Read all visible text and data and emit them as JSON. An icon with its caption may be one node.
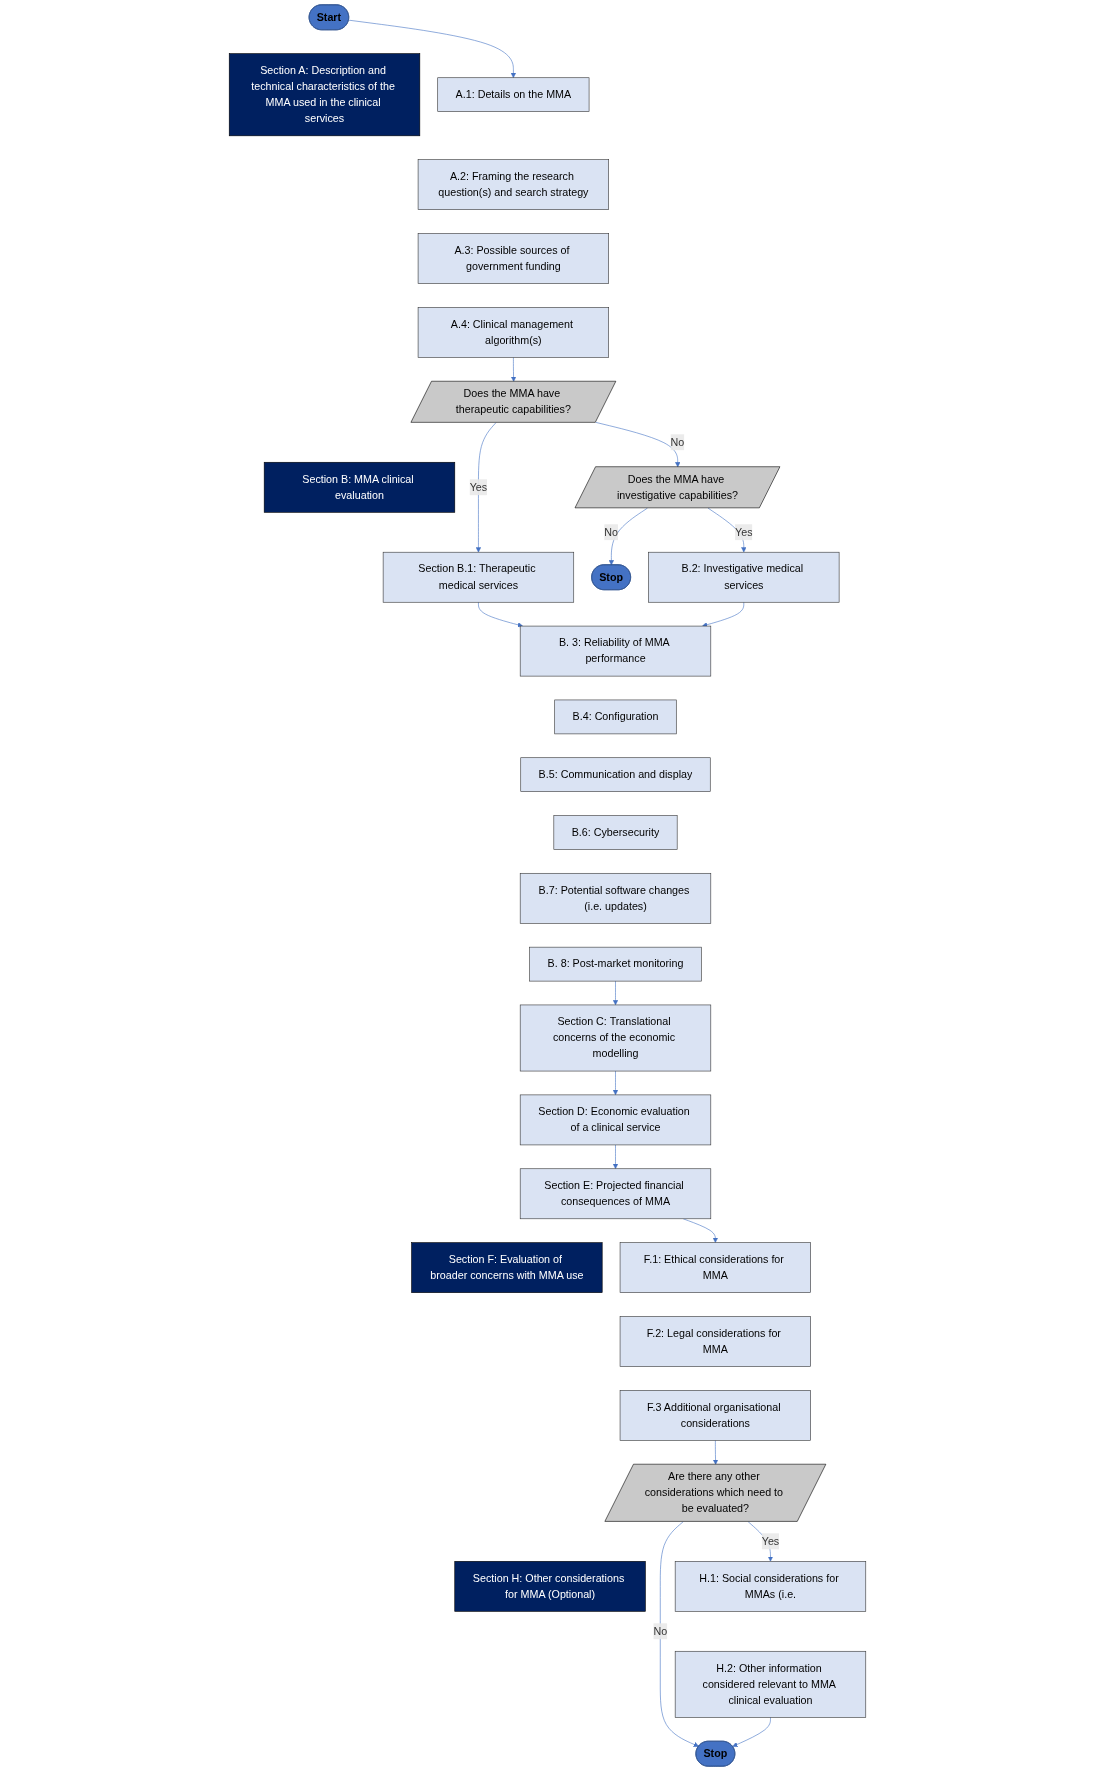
{
  "diagram": {
    "nodes": [
      {
        "text": [
          "Start"
        ]
      },
      {
        "text": [
          "Section A: Description and technical characteristics of the MMA used in the clinical services"
        ]
      },
      {
        "text": [
          "A.1: Details on the MMA"
        ]
      },
      {
        "text": [
          "A.2: Framing the research question(s) and search strategy"
        ]
      },
      {
        "text": [
          "A.3: Possible sources of government funding"
        ]
      },
      {
        "text": [
          "A.4: Clinical management algorithm(s)"
        ]
      },
      {
        "text": [
          "Does the MMA have therapeutic capabilities?"
        ]
      },
      {
        "text": [
          "Section B: MMA clinical evaluation"
        ]
      },
      {
        "text": [
          "Section B.1: Therapeutic medical services"
        ]
      },
      {
        "text": [
          "Does the MMA have investigative capabilities?"
        ]
      },
      {
        "text": [
          "Stop"
        ]
      },
      {
        "text": [
          "B.2: Investigative medical services"
        ]
      },
      {
        "text": [
          "B. 3: Reliability of MMA performance"
        ]
      },
      {
        "text": [
          "B.4: Configuration"
        ]
      },
      {
        "text": [
          "B.5: Communication and display"
        ]
      },
      {
        "text": [
          "B.6: Cybersecurity"
        ]
      },
      {
        "text": [
          "B.7: Potential software changes (i.e. updates)"
        ]
      },
      {
        "text": [
          "B. 8:  Post-market monitoring"
        ]
      },
      {
        "text": [
          "Section C: Translational concerns of the economic modelling"
        ]
      },
      {
        "text": [
          "Section D: Economic evaluation of a clinical service"
        ]
      },
      {
        "text": [
          "Section E: Projected financial consequences of MMA"
        ]
      },
      {
        "text": [
          "Section F: Evaluation of broader concerns with MMA use"
        ]
      },
      {
        "text": [
          "F.1: Ethical considerations for MMA"
        ]
      },
      {
        "text": [
          "F.2: Legal considerations for MMA"
        ]
      },
      {
        "text": [
          "F.3 Additional organisational considerations"
        ]
      },
      {
        "text": [
          "Are there any other considerations which need to be evaluated?"
        ]
      },
      {
        "text": [
          "Section H: Other considerations for MMA (Optional)"
        ]
      },
      {
        "text": [
          "H.1: Social considerations for MMAs (i.e."
        ]
      },
      {
        "text": [
          "H.2: Other information considered relevant to MMA clinical evaluation"
        ]
      },
      {
        "text": [
          "Stop"
        ]
      }
    ],
    "edges": [
      {
        "from": 0,
        "to": 2,
        "arrow": "to"
      },
      {
        "from": 5,
        "to": 6,
        "arrow": "to"
      },
      {
        "from": 6,
        "to": 8,
        "arrow": "to",
        "label": "Yes"
      },
      {
        "from": 6,
        "to": 9,
        "arrow": "to",
        "label": "No"
      },
      {
        "from": 8,
        "to": 12,
        "arrow": "to"
      },
      {
        "from": 9,
        "to": 11,
        "arrow": "to",
        "label": "Yes"
      },
      {
        "from": 9,
        "to": 10,
        "arrow": "to",
        "label": "No"
      },
      {
        "from": 11,
        "to": 12,
        "arrow": "to"
      },
      {
        "from": 17,
        "to": 18,
        "arrow": "to"
      },
      {
        "from": 18,
        "to": 19,
        "arrow": "to"
      },
      {
        "from": 19,
        "to": 20,
        "arrow": "to"
      },
      {
        "from": 20,
        "to": 22,
        "arrow": "to"
      },
      {
        "from": 24,
        "to": 25,
        "arrow": "to"
      },
      {
        "from": 25,
        "to": 27,
        "arrow": "to",
        "label": "Yes"
      },
      {
        "from": 25,
        "to": 29,
        "arrow": "to",
        "label": "No"
      },
      {
        "from": 28,
        "to": 29,
        "arrow": "to"
      }
    ]
  }
}
